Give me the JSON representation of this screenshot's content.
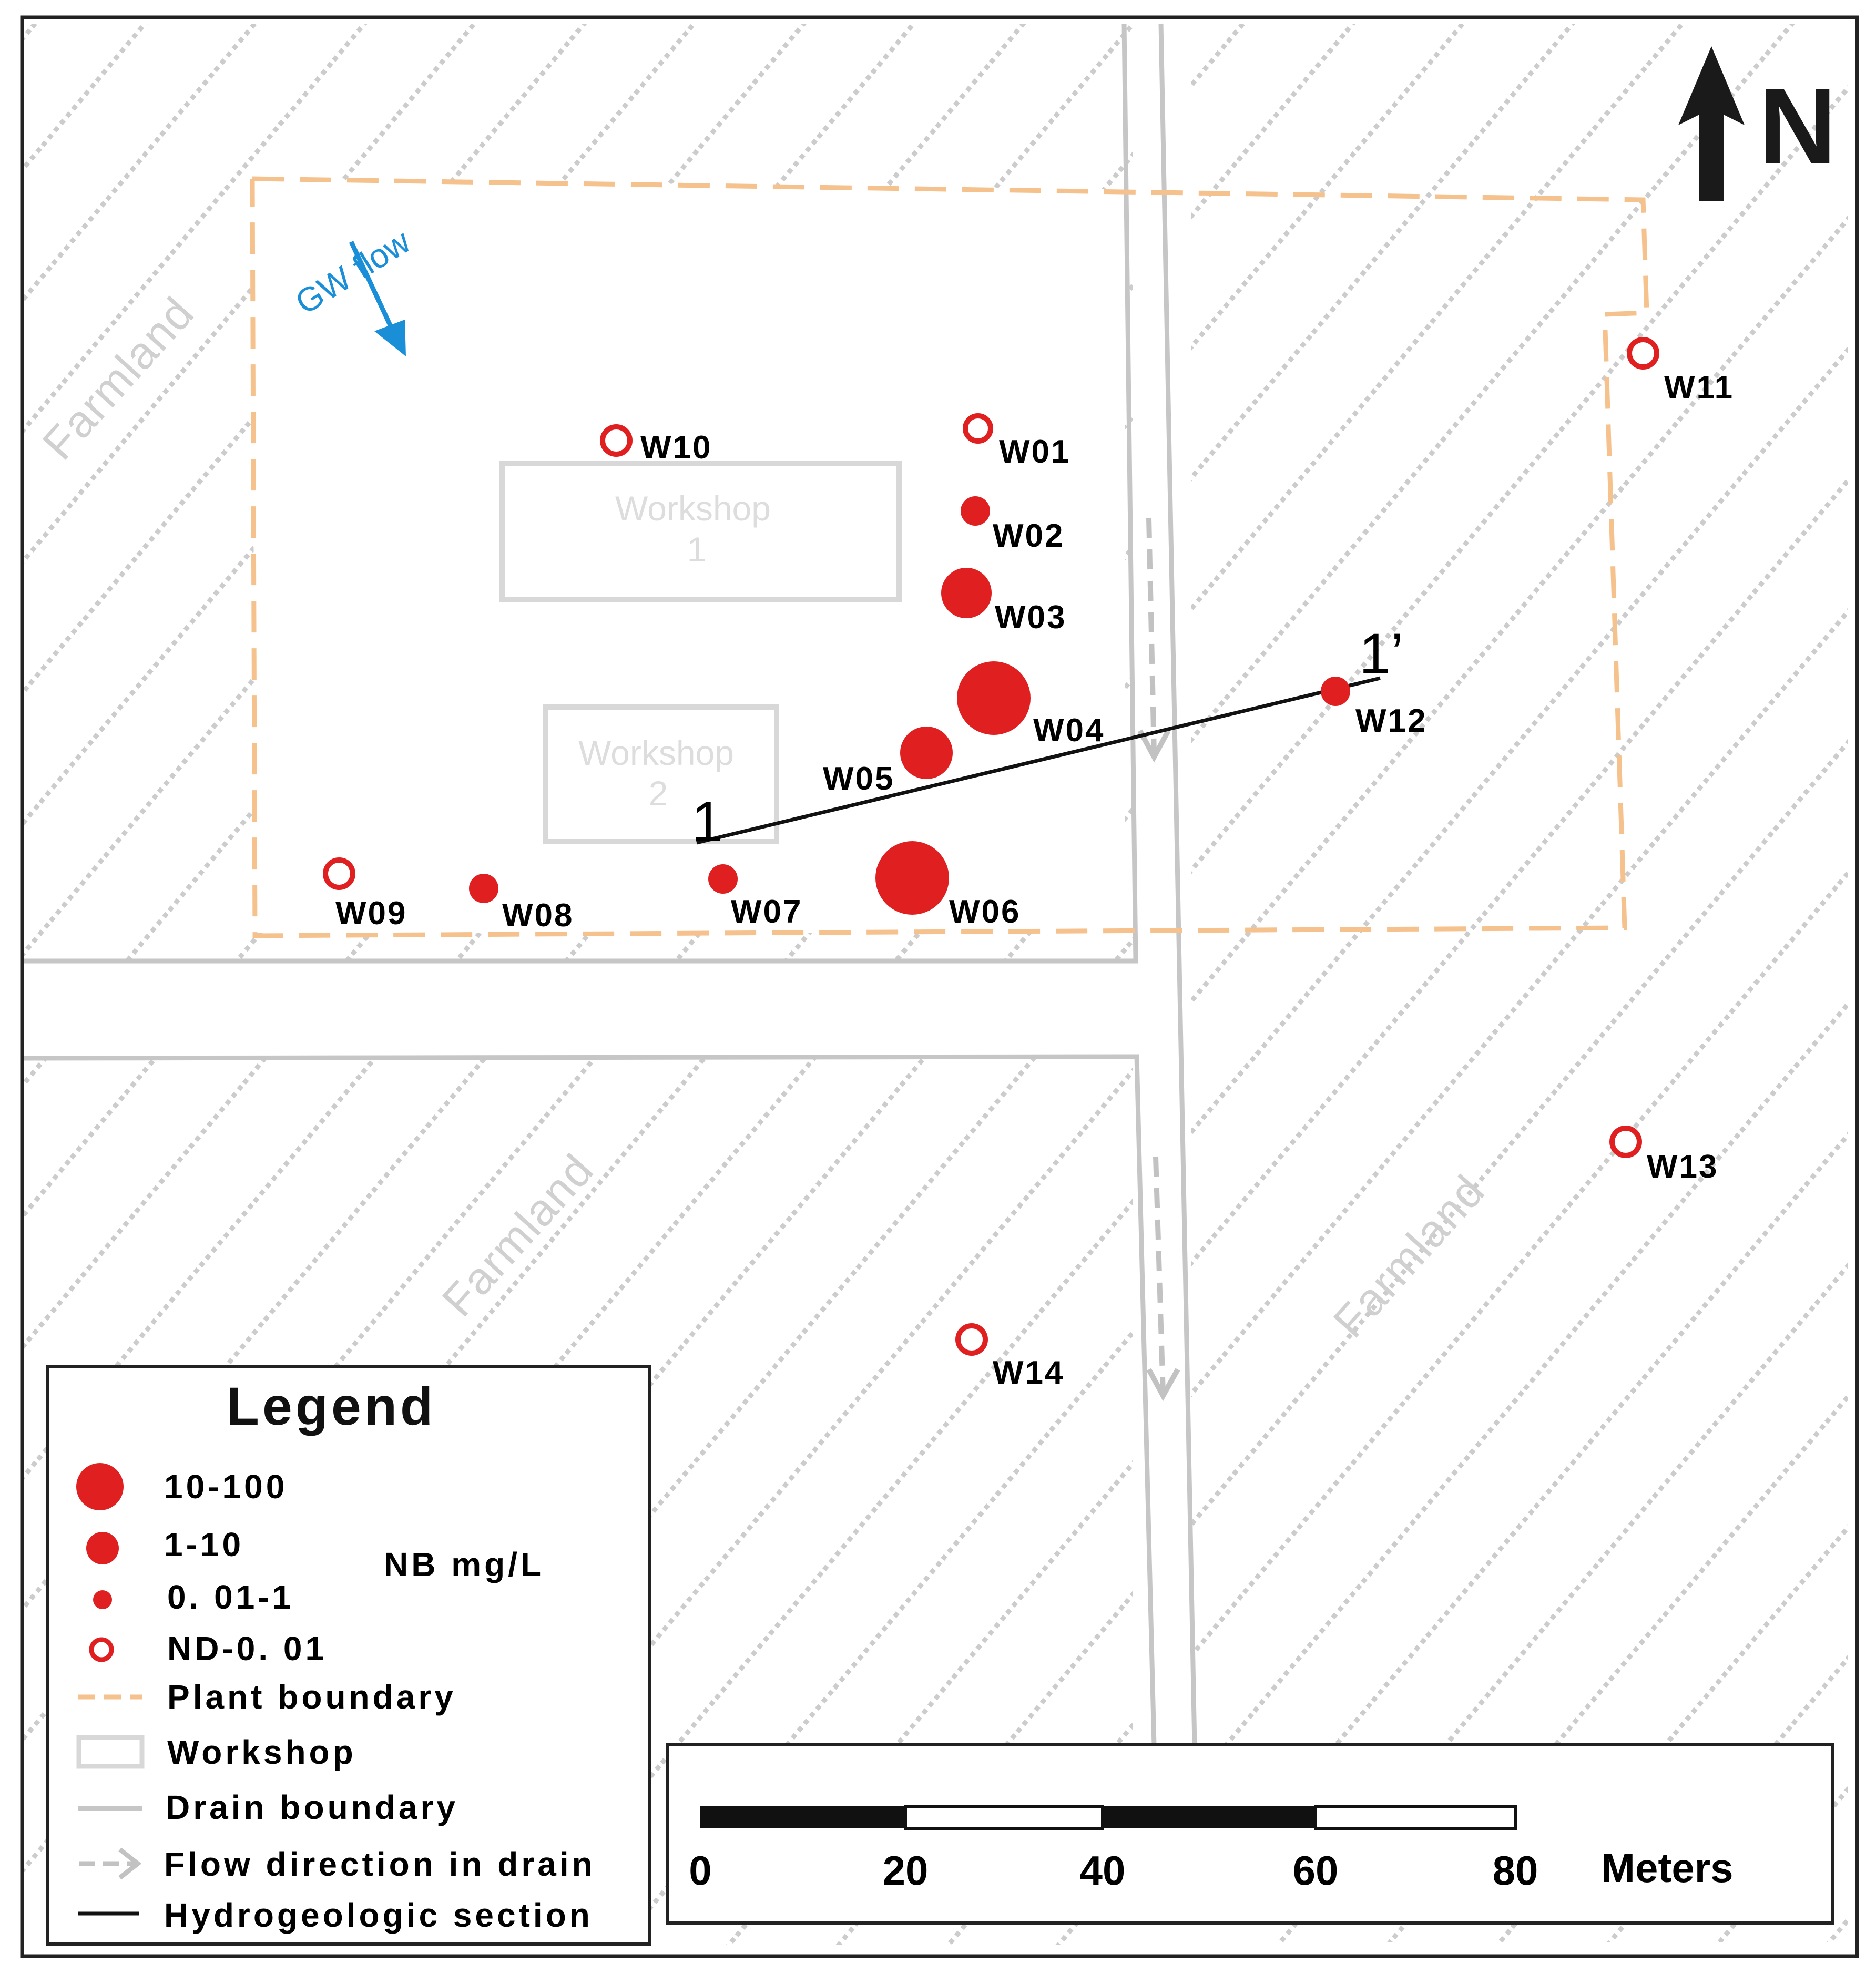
{
  "north": {
    "label": "N"
  },
  "gw_flow": {
    "label": "GW flow",
    "color": "#1a8fd8"
  },
  "farmland_labels": [
    "Farmland",
    "Farmland",
    "Farmland"
  ],
  "workshops": [
    {
      "name": "Workshop",
      "num": "1"
    },
    {
      "name": "Workshop",
      "num": "2"
    }
  ],
  "section": {
    "start_label": "1",
    "end_label": "1’"
  },
  "wells": [
    {
      "id": "W01",
      "class": "ND-0. 01"
    },
    {
      "id": "W02",
      "class": "0. 01-1"
    },
    {
      "id": "W03",
      "class": "1-10"
    },
    {
      "id": "W04",
      "class": "10-100"
    },
    {
      "id": "W05",
      "class": "1-10"
    },
    {
      "id": "W06",
      "class": "10-100"
    },
    {
      "id": "W07",
      "class": "0. 01-1"
    },
    {
      "id": "W08",
      "class": "0. 01-1"
    },
    {
      "id": "W09",
      "class": "ND-0. 01"
    },
    {
      "id": "W10",
      "class": "ND-0. 01"
    },
    {
      "id": "W11",
      "class": "ND-0. 01"
    },
    {
      "id": "W12",
      "class": "0. 01-1"
    },
    {
      "id": "W13",
      "class": "ND-0. 01"
    },
    {
      "id": "W14",
      "class": "ND-0. 01"
    }
  ],
  "legend": {
    "title": "Legend",
    "unit": "NB mg/L",
    "classes": [
      "10-100",
      "1-10",
      "0. 01-1",
      "ND-0. 01"
    ],
    "plant_boundary": "Plant boundary",
    "workshop": "Workshop",
    "drain_boundary": "Drain boundary",
    "flow_direction": "Flow direction in drain",
    "hydro_section": "Hydrogeologic section"
  },
  "scale": {
    "ticks": [
      "0",
      "20",
      "40",
      "60",
      "80"
    ],
    "unit": "Meters"
  },
  "colors": {
    "well": "#e02020",
    "plant_boundary": "#f5c18c",
    "drain": "#c6c6c6",
    "hatch": "#cfcfcf",
    "workshop": "#d8d8d8"
  }
}
